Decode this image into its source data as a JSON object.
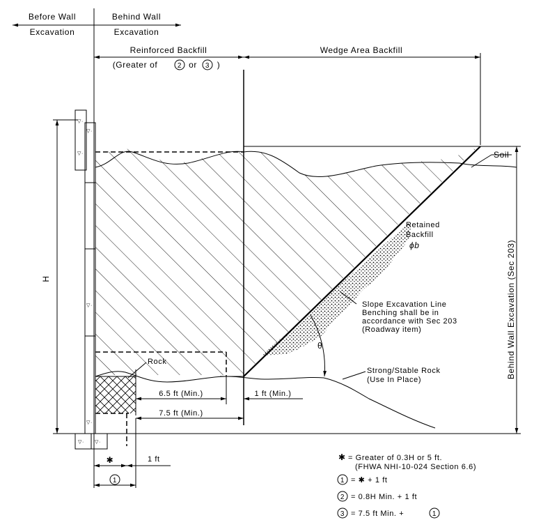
{
  "header": {
    "before_wall": "Before Wall",
    "before_excavation": "Excavation",
    "behind_wall": "Behind Wall",
    "behind_excavation": "Excavation"
  },
  "zones": {
    "reinforced_backfill": "Reinforced Backfill",
    "reinforced_note_prefix": "(Greater of",
    "reinforced_note_mid": "or",
    "reinforced_note_suffix": ")",
    "circ_2": "2",
    "circ_3": "3",
    "wedge_area_backfill": "Wedge Area Backfill"
  },
  "labels": {
    "soil": "Soil",
    "retained_backfill_1": "Retained",
    "retained_backfill_2": "Backfill",
    "phi_b": "ϕb",
    "slope_line_1": "Slope Excavation Line",
    "slope_line_2": "Benching shall be in",
    "slope_line_3": "accordance with Sec 203",
    "slope_line_4": "(Roadway item)",
    "theta": "θ",
    "rock": "Rock",
    "strong_rock_1": "Strong/Stable Rock",
    "strong_rock_2": "(Use In Place)",
    "behind_wall_excavation": "Behind Wall Excavation (Sec 203)",
    "height": "H"
  },
  "dimensions": {
    "min_6_5": "6.5 ft (Min.)",
    "min_1": "1 ft (Min.)",
    "min_7_5": "7.5 ft (Min.)",
    "star": "✱",
    "one_ft": "1 ft",
    "circ_1": "1"
  },
  "legend": {
    "star": "✱",
    "star_def_1": "= Greater of 0.3H or 5 ft.",
    "star_def_2": "(FHWA NHI-10-024 Section 6.6)",
    "c1": "1",
    "c1_def": "= ✱ + 1 ft",
    "c2": "2",
    "c2_def": "= 0.8H Min. + 1 ft",
    "c3": "3",
    "c3_def": "= 7.5 ft Min. +",
    "c3_ref": "1"
  },
  "colors": {
    "line": "#000000",
    "background": "#ffffff"
  }
}
